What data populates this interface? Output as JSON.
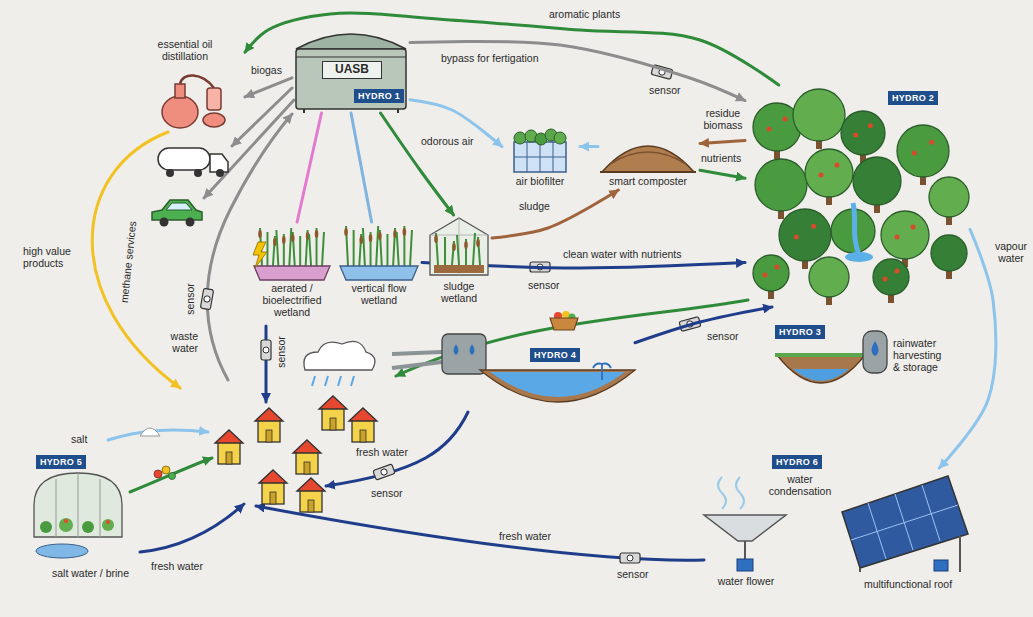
{
  "diagram": {
    "nodes": [
      {
        "text": [
          "essential oil distillation"
        ]
      },
      {
        "text": [
          "UASB",
          "HYDRO 1"
        ]
      },
      {
        "text": [
          "aerated / bioelectrified wetland"
        ]
      },
      {
        "text": [
          "vertical flow wetland"
        ]
      },
      {
        "text": [
          "sludge wetland"
        ]
      },
      {
        "text": [
          "air biofilter"
        ]
      },
      {
        "text": [
          "smart composter"
        ]
      },
      {
        "text": [
          "HYDRO 2"
        ]
      },
      {
        "text": [
          "HYDRO 3",
          "rainwater harvesting & storage"
        ]
      },
      {
        "text": [
          "HYDRO 4"
        ]
      },
      {
        "text": [
          "HYDRO 5",
          "salt water / brine"
        ]
      },
      {
        "text": [
          "HYDRO 6",
          "water condensation",
          "water flower"
        ]
      },
      {
        "text": [
          "multifunctional roof"
        ]
      }
    ],
    "edges": [
      {
        "from": 7,
        "to": 0,
        "arrow": "to",
        "label": "aromatic plants"
      },
      {
        "from": 1,
        "to": 0,
        "arrow": "to",
        "label": "biogas"
      },
      {
        "from": 1,
        "to": 7,
        "arrow": "to",
        "label": "bypass for fertigation"
      },
      {
        "from": 1,
        "to": 2,
        "arrow": "none"
      },
      {
        "from": 1,
        "to": 3,
        "arrow": "none"
      },
      {
        "from": 1,
        "to": 4,
        "arrow": "to"
      },
      {
        "from": 4,
        "to": 6,
        "arrow": "to",
        "label": "sludge"
      },
      {
        "from": 1,
        "to": 5,
        "arrow": "to",
        "label": "odorous air"
      },
      {
        "from": 6,
        "to": 5,
        "arrow": "to"
      },
      {
        "from": 7,
        "to": 6,
        "arrow": "to",
        "label": "residue biomass"
      },
      {
        "from": 6,
        "to": 7,
        "arrow": "to",
        "label": "nutrients"
      },
      {
        "from": 3,
        "to": 7,
        "arrow": "to",
        "label": "clean water with nutrients"
      },
      {
        "from": 9,
        "to": 7,
        "arrow": "to",
        "label": "sensor"
      },
      {
        "from": 7,
        "to": 12,
        "arrow": "to",
        "label": "vapour water"
      }
    ],
    "labels": [
      "high value products",
      "methane services",
      "waste water",
      "sensor",
      "sensor",
      "sensor",
      "sensor",
      "fresh water",
      "sensor",
      "salt",
      "fresh water",
      "fresh water",
      "sensor"
    ]
  }
}
